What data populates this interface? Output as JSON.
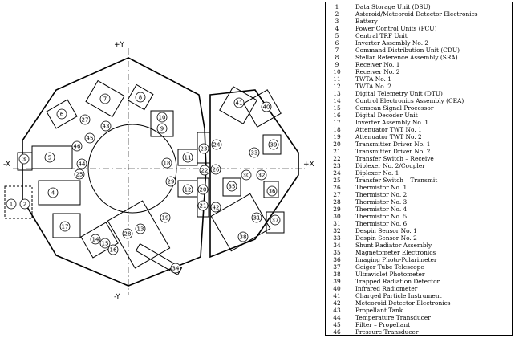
{
  "diagram": {
    "axis_labels": {
      "plus_y": "+Y",
      "minus_y": "-Y",
      "plus_x": "+X",
      "minus_x": "-X"
    },
    "components": [
      {
        "n": "1"
      },
      {
        "n": "2"
      },
      {
        "n": "3"
      },
      {
        "n": "4"
      },
      {
        "n": "5"
      },
      {
        "n": "6"
      },
      {
        "n": "7"
      },
      {
        "n": "8"
      },
      {
        "n": "9"
      },
      {
        "n": "10"
      },
      {
        "n": "11"
      },
      {
        "n": "12"
      },
      {
        "n": "13"
      },
      {
        "n": "14"
      },
      {
        "n": "15"
      },
      {
        "n": "16"
      },
      {
        "n": "17"
      },
      {
        "n": "18"
      },
      {
        "n": "19"
      },
      {
        "n": "20"
      },
      {
        "n": "21"
      },
      {
        "n": "22"
      },
      {
        "n": "23"
      },
      {
        "n": "24"
      },
      {
        "n": "25"
      },
      {
        "n": "26"
      },
      {
        "n": "27"
      },
      {
        "n": "28"
      },
      {
        "n": "29"
      },
      {
        "n": "30"
      },
      {
        "n": "31"
      },
      {
        "n": "32"
      },
      {
        "n": "33"
      },
      {
        "n": "34"
      },
      {
        "n": "35"
      },
      {
        "n": "36"
      },
      {
        "n": "37"
      },
      {
        "n": "38"
      },
      {
        "n": "39"
      },
      {
        "n": "40"
      },
      {
        "n": "41"
      },
      {
        "n": "42"
      },
      {
        "n": "43"
      },
      {
        "n": "44"
      },
      {
        "n": "45"
      },
      {
        "n": "46"
      }
    ]
  },
  "legend": [
    {
      "num": "1",
      "label": "Data Storage Unit (DSU)"
    },
    {
      "num": "2",
      "label": "Asteroid/Meteoroid Detector Electronics"
    },
    {
      "num": "3",
      "label": "Battery"
    },
    {
      "num": "4",
      "label": "Power Control Units (PCU)"
    },
    {
      "num": "5",
      "label": "Central TRF Unit"
    },
    {
      "num": "6",
      "label": "Inverter Assembly No. 2"
    },
    {
      "num": "7",
      "label": "Command Distribution Unit (CDU)"
    },
    {
      "num": "8",
      "label": "Stellar Reference Assembly (SRA)"
    },
    {
      "num": "9",
      "label": "Receiver No. 1"
    },
    {
      "num": "10",
      "label": "Receiver No. 2"
    },
    {
      "num": "11",
      "label": "TWTA No. 1"
    },
    {
      "num": "12",
      "label": "TWTA No. 2"
    },
    {
      "num": "13",
      "label": "Digital Telemetry Unit (DTU)"
    },
    {
      "num": "14",
      "label": "Control Electronics Assembly (CEA)"
    },
    {
      "num": "15",
      "label": "Conscan Signal Processor"
    },
    {
      "num": "16",
      "label": "Digital Decoder Unit"
    },
    {
      "num": "17",
      "label": "Inverter Assembly No. 1"
    },
    {
      "num": "18",
      "label": "Attenuator TWT No. 1"
    },
    {
      "num": "19",
      "label": "Attenuator TWT No. 2"
    },
    {
      "num": "20",
      "label": "Transmitter Driver No. 1"
    },
    {
      "num": "21",
      "label": "Transmitter Driver No. 2"
    },
    {
      "num": "22",
      "label": "Transfer Switch – Receive"
    },
    {
      "num": "23",
      "label": "Diplexer No. 2/Coupler"
    },
    {
      "num": "24",
      "label": "Diplexer No. 1"
    },
    {
      "num": "25",
      "label": "Transfer Switch – Transmit"
    },
    {
      "num": "26",
      "label": "Thermistor No. 1"
    },
    {
      "num": "27",
      "label": "Thermistor No. 2"
    },
    {
      "num": "28",
      "label": "Thermistor No. 3"
    },
    {
      "num": "29",
      "label": "Thermistor No. 4"
    },
    {
      "num": "30",
      "label": "Thermistor No. 5"
    },
    {
      "num": "31",
      "label": "Thermistor No. 6"
    },
    {
      "num": "32",
      "label": "Despin Sensor No. 1"
    },
    {
      "num": "33",
      "label": "Despin Sensor No. 2"
    },
    {
      "num": "34",
      "label": "Shunt Radiator Assembly"
    },
    {
      "num": "35",
      "label": "Magnetometer Electronics"
    },
    {
      "num": "36",
      "label": "Imaging Photo-Polarimeter"
    },
    {
      "num": "37",
      "label": "Geiger Tube Telescope"
    },
    {
      "num": "38",
      "label": "Ultraviolet Photometer"
    },
    {
      "num": "39",
      "label": "Trapped Radiation Detector"
    },
    {
      "num": "40",
      "label": "Infrared Radiometer"
    },
    {
      "num": "41",
      "label": "Charged Particle Instrument"
    },
    {
      "num": "42",
      "label": "Meteoroid Detector Electronics"
    },
    {
      "num": "43",
      "label": "Propellant Tank"
    },
    {
      "num": "44",
      "label": "Temperature Transducer"
    },
    {
      "num": "45",
      "label": "Filter – Propellant"
    },
    {
      "num": "46",
      "label": "Pressure Transducer"
    }
  ]
}
